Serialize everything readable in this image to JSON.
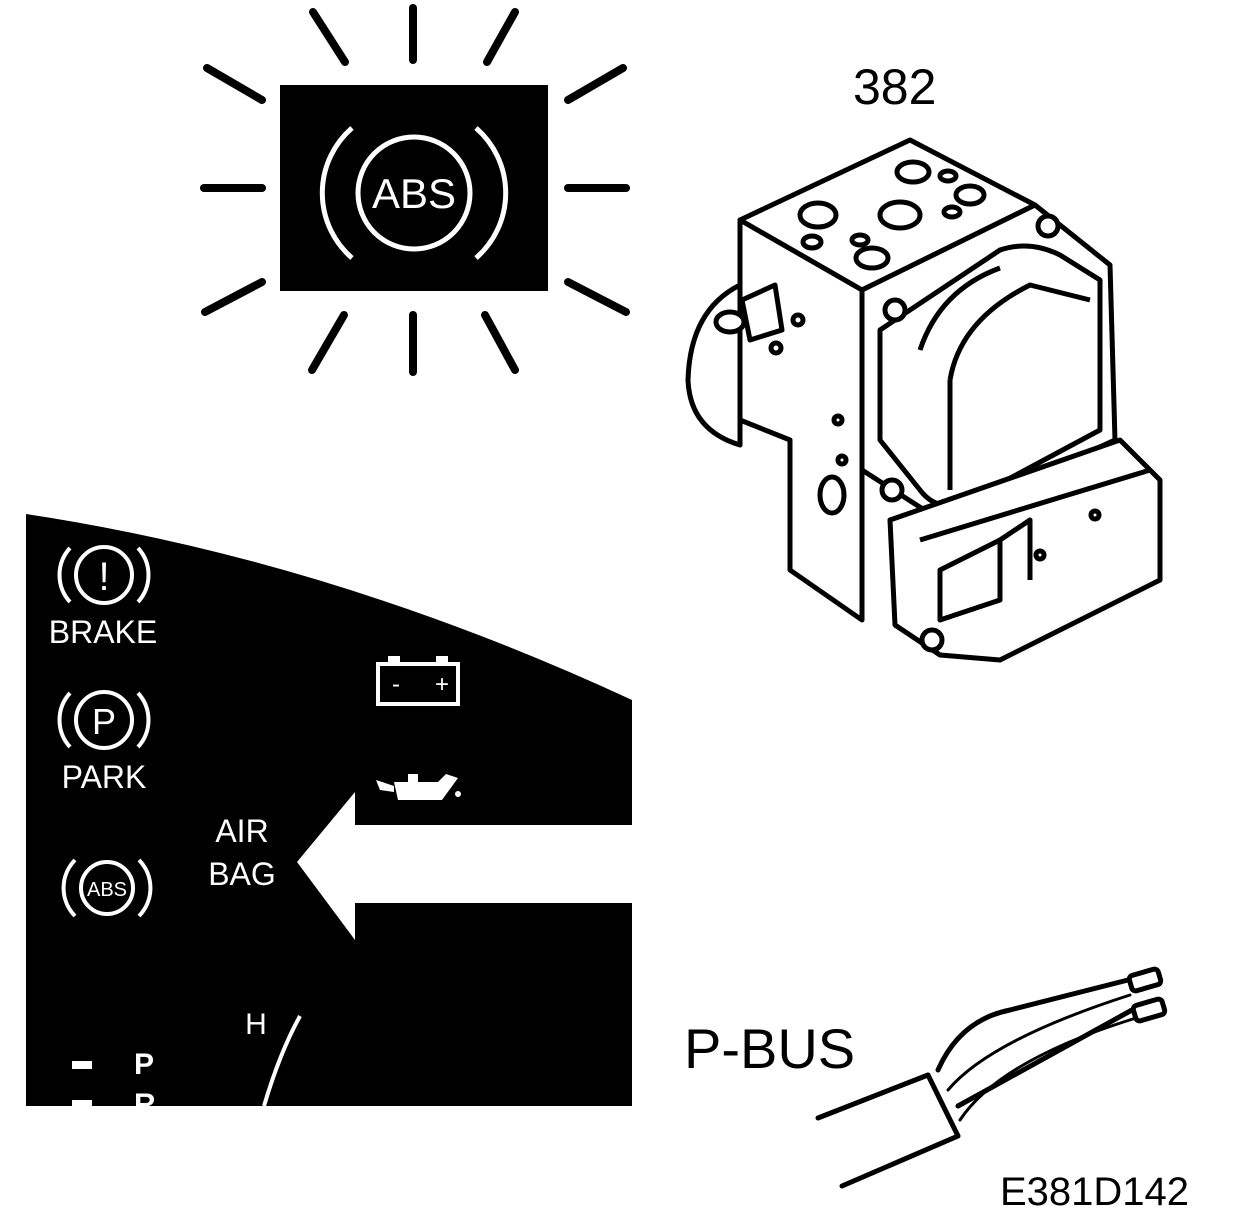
{
  "warning_lamp": {
    "text": "ABS"
  },
  "control_unit": {
    "number": "382"
  },
  "instrument_cluster": {
    "brake_label": "BRAKE",
    "brake_symbol": "!",
    "park_label": "PARK",
    "park_symbol": "P",
    "abs_small": "ABS",
    "airbag_line1": "AIR",
    "airbag_line2": "BAG",
    "battery_minus": "-",
    "battery_plus": "+",
    "temp_h": "H",
    "gear_p": "P",
    "gear_r": "R"
  },
  "connector": {
    "label": "P-BUS"
  },
  "figure": {
    "code": "E381D142"
  },
  "colors": {
    "ink": "#000000",
    "paper": "#ffffff"
  }
}
